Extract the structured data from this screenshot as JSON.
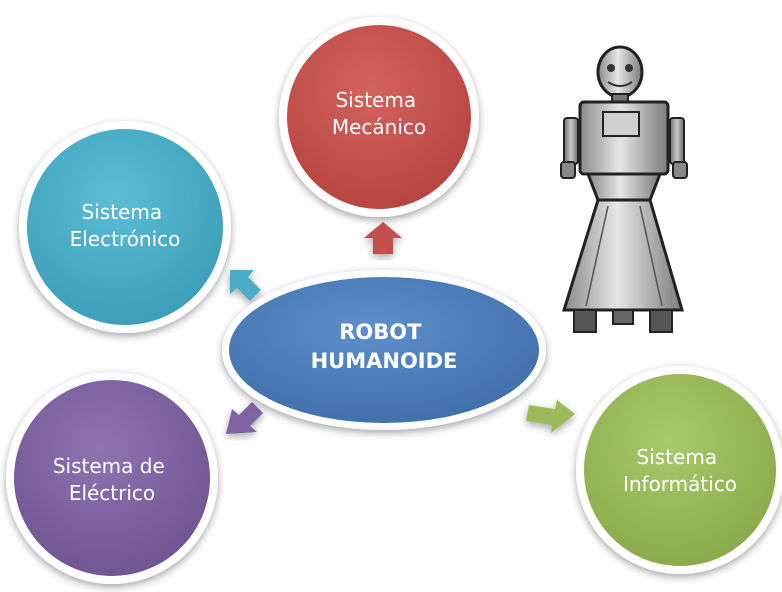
{
  "diagram": {
    "center": {
      "line1": "ROBOT",
      "line2": "HUMANOIDE",
      "color": "#4F81BD"
    },
    "nodes": {
      "mecanico": {
        "line1": "Sistema",
        "line2": "Mecánico",
        "color": "#C0504D"
      },
      "electronico": {
        "line1": "Sistema",
        "line2": "Electrónico",
        "color": "#4BACC6"
      },
      "electrico": {
        "line1": "Sistema de",
        "line2": "Eléctrico",
        "color": "#8064A2"
      },
      "informatico": {
        "line1": "Sistema",
        "line2": "Informático",
        "color": "#9BBB59"
      }
    }
  }
}
